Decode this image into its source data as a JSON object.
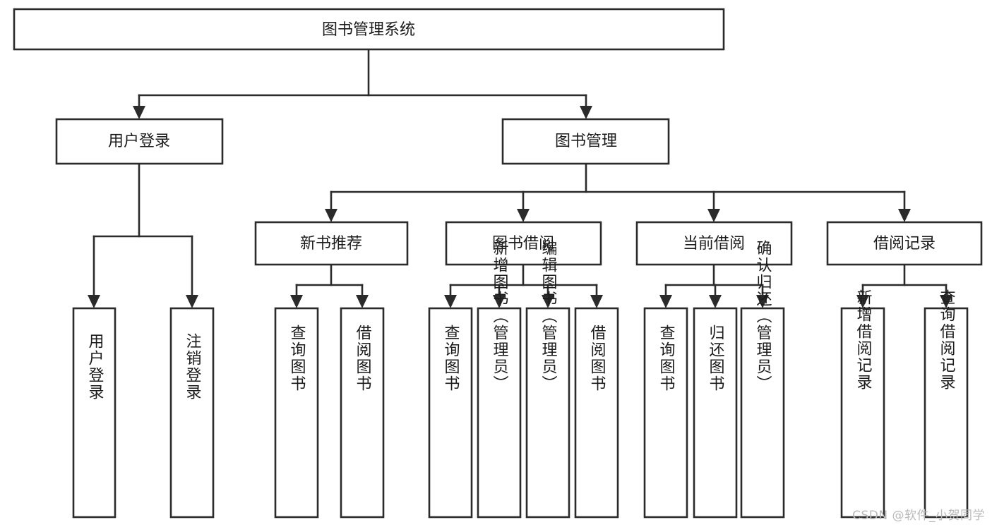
{
  "diagram": {
    "title": "图书管理系统",
    "type": "tree-hierarchy-diagram",
    "colors": {
      "stroke": "#2b2b2b",
      "fill": "#ffffff",
      "text": "#1b1b1b",
      "watermark": "#b9b9b9"
    },
    "root": {
      "label": "图书管理系统"
    },
    "level2": [
      {
        "label": "用户登录"
      },
      {
        "label": "图书管理"
      }
    ],
    "level3": [
      {
        "label": "新书推荐"
      },
      {
        "label": "图书借阅"
      },
      {
        "label": "当前借阅"
      },
      {
        "label": "借阅记录"
      }
    ],
    "leaves": {
      "user_login": [
        {
          "label": "用户登录"
        },
        {
          "label": "注销登录"
        }
      ],
      "new_book_recommend": [
        {
          "label": "查询图书"
        },
        {
          "label": "借阅图书"
        }
      ],
      "book_borrow": [
        {
          "label": "查询图书"
        },
        {
          "label": "新增图书（管理员）"
        },
        {
          "label": "编辑图书（管理员）"
        },
        {
          "label": "借阅图书"
        }
      ],
      "current_borrow": [
        {
          "label": "查询图书"
        },
        {
          "label": "归还图书"
        },
        {
          "label": "确认归还（管理员）"
        }
      ],
      "borrow_record": [
        {
          "label": "新增借阅记录"
        },
        {
          "label": "查询借阅记录"
        }
      ]
    }
  },
  "watermark": {
    "text": "CSDN @软件_小贺同学"
  }
}
